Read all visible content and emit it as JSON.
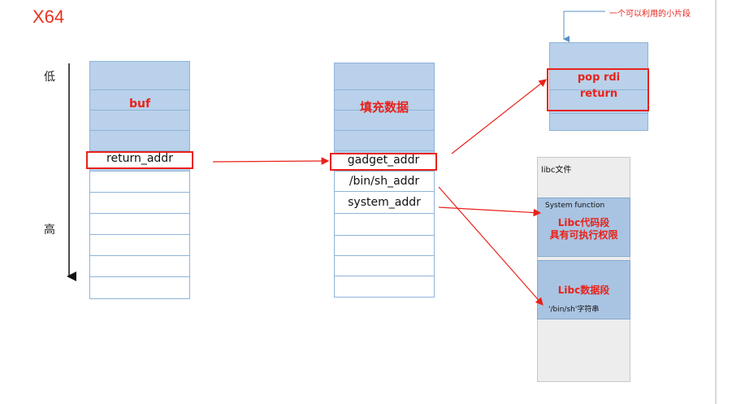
{
  "title": "X64",
  "axis": {
    "low": "低",
    "high": "高"
  },
  "left_stack": {
    "buf": "buf",
    "return_addr": "return_addr"
  },
  "middle_stack": {
    "fill": "填充数据",
    "gadget_addr": "gadget_addr",
    "binsh_addr": "/bin/sh_addr",
    "system_addr": "system_addr"
  },
  "gadget_box": {
    "note": "一个可以利用的小片段",
    "line1": "pop rdi",
    "line2": "return"
  },
  "libc": {
    "label": "libc文件",
    "system_function": "System function",
    "code_line1": "Libc代码段",
    "code_line2": "具有可执行权限",
    "data_label": "Libc数据段",
    "binsh_string": "'/bin/sh'字符串"
  },
  "colors": {
    "red": "#e8221a",
    "stack_blue": "#b9d1ea",
    "libc_blue": "#a9c4e2",
    "title_red": "#e8321e"
  }
}
